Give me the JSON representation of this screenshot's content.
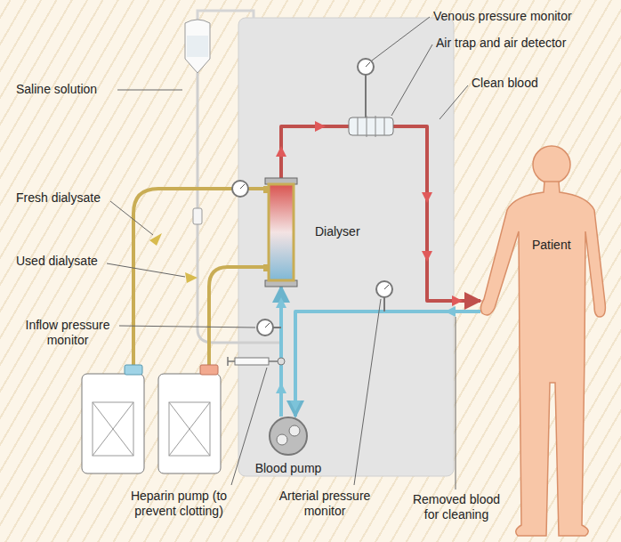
{
  "diagram": {
    "nodes": [
      {
        "text": [
          "Dialyser"
        ]
      },
      {
        "text": [
          "Patient"
        ]
      },
      {
        "text": [
          "Blood pump"
        ]
      }
    ],
    "edges": [
      {
        "from": 1,
        "to": 2,
        "arrow": "to"
      },
      {
        "from": 2,
        "to": 0,
        "arrow": "to"
      },
      {
        "from": 0,
        "to": 1,
        "arrow": "to"
      }
    ],
    "labels": [
      "Saline solution",
      "Fresh dialysate",
      "Used dialysate",
      "Inflow pressure monitor",
      "Heparin pump (to prevent clotting)",
      "Arterial pressure monitor",
      "Removed blood for cleaning",
      "Venous pressure monitor",
      "Air trap and air detector",
      "Clean blood"
    ]
  }
}
